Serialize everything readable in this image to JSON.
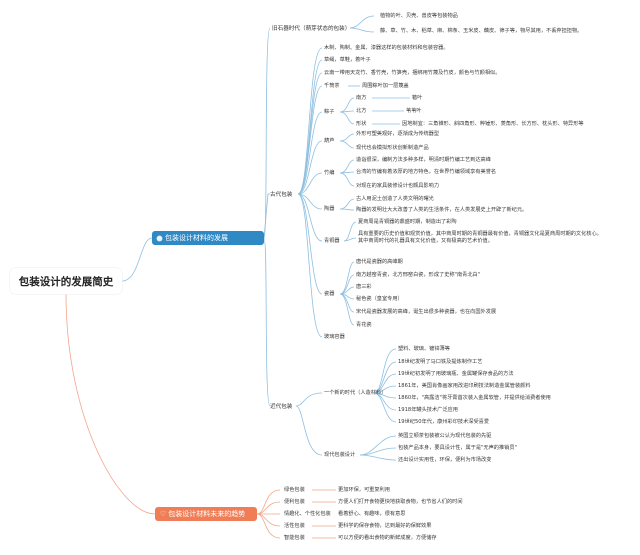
{
  "root": "包装设计的发展简史",
  "branch1": {
    "label": "包装设计材料的发展",
    "paleo": {
      "label": "旧石器时代（萌芽状态的包装）",
      "items": [
        "植物的叶、贝壳、兽皮等包装物品",
        "藤、草、竹、木、稻草、麻、棉条、玉米皮、藕皮、筛子等，物尽其用，不丢弃担担物。"
      ]
    },
    "ancient": {
      "label": "古代包装",
      "direct": [
        "木制、陶制、金属、漆器这样的包装材料和包装容器。",
        "草绳，草鞋，着叶子",
        "云南一带用天龙竹、香竹壳，竹笋壳，捆绑用竹篾及竹皮，颜色与竹颜相似。"
      ],
      "qiantong": {
        "label": "千筒茶",
        "item": "周围粽叶加一层篾盖"
      },
      "zongzi": {
        "label": "粽子",
        "rows": [
          {
            "k": "南方",
            "v": "箬叶"
          },
          {
            "k": "北方",
            "v": "苇苇叶"
          },
          {
            "k": "形状",
            "v": "因地制宜：三角锥形、斜四角形、粹锤形、菱角形、长方形、枕头形、特异形等"
          }
        ]
      },
      "gourd": {
        "label": "葫芦",
        "items": [
          "外形可塑美观好，逐渐成为传统器型",
          "现代也会模拟形状创新制造产品"
        ]
      },
      "bamboo": {
        "label": "竹编",
        "items": [
          "造诣很深，编制方法多种多样，明清时期竹编工艺到达高峰",
          "台湾的竹编有着浓厚的地方特色，在世界竹编领域享有美誉名",
          "对现在的家具装修设计也颇具影响力"
        ]
      },
      "pottery": {
        "label": "陶器",
        "items": [
          "古人用泥土创造了人类文明的曙光",
          "陶器的发明壮大大改善了人类的生活条件，在人类发展史上开辟了新纪元。"
        ]
      },
      "bronze": {
        "label": "青铜器",
        "items": [
          "夏商周是青铜器的鼎盛时期，制造出了彩陶",
          "具有重要的历史价值和观赏价值，其中商周时期的青铜器最有价值，青铜器文化是夏商周时期的文化核心。其中商周时代的礼器具有文化价值，又有极高的艺术价值。"
        ]
      },
      "porcelain": {
        "label": "瓷器",
        "items": [
          "唐代是瓷器的高峰期",
          "南方越窑青瓷，北方邢窑白瓷，形成了史称\"南青北白\"",
          "唐三彩",
          "秘色瓷（皇室专用）",
          "宋代是瓷器发展的高峰，诞生出很多种瓷器，也在向国外发展",
          "青花瓷"
        ]
      },
      "glass": {
        "label": "玻璃容器"
      }
    },
    "modern": {
      "label": "近代包装",
      "new_era": {
        "label": "一个新的时代（人造材料）",
        "items": [
          "塑料、玻璃、镀锌薄等",
          "18世纪发明了马口铁及提炼制作工艺",
          "19世纪初发明了用玻璃瓶、金属罐保存食品的方法",
          "1861年，美国肖像画家用改进印刷技法制造金属管装颜料",
          "1860年，\"高露洁\"将牙膏首次装入金属软管，并提供给消费者使用",
          "1918年罐头技术广泛应用",
          "19世纪50年代，康州彩印技术深受喜爱"
        ]
      },
      "design": {
        "label": "现代包装设计",
        "items": [
          "英国立顿茶包装被公认为现代包装的先驱",
          "包装产品本身，要具设计性，属于是\"无声的推销员\"",
          "还出设计实用性，环保，便利为市场改变"
        ]
      }
    }
  },
  "branch2": {
    "label": "包装设计材料未来的趋势",
    "rows": [
      {
        "k": "绿色包装",
        "v": "更加环保，可重复利用"
      },
      {
        "k": "便利包装",
        "v": "方便人们打开食物更快地获取食物，也节省人们的时间"
      },
      {
        "k": "情趣化、个性化包装",
        "v": "看着舒心、有趣味，很有意思"
      },
      {
        "k": "活性包装",
        "v": "更科学的保存食物，达到最好的保鲜效果"
      },
      {
        "k": "智能包装",
        "v": "可以方便的看出食物的新鲜成度，方便储存"
      }
    ]
  },
  "colors": {
    "blue": "#2f89c5",
    "orange": "#f07d56",
    "line": "#8ebfe0",
    "line2": "#f2a68a"
  }
}
